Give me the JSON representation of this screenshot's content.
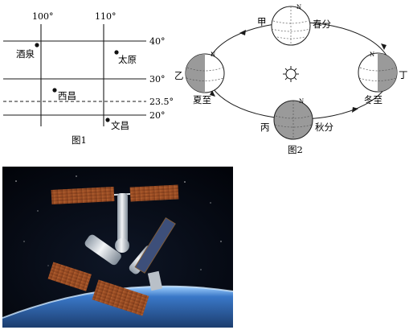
{
  "figure1": {
    "lon_labels": [
      "100°",
      "110°"
    ],
    "lat_labels": [
      "40°",
      "30°",
      "23.5°",
      "20°"
    ],
    "cities": [
      "酒泉",
      "太原",
      "西昌",
      "文昌"
    ],
    "caption": "图1"
  },
  "figure2": {
    "positions": [
      "甲",
      "乙",
      "丙",
      "丁"
    ],
    "terms": [
      "春分",
      "夏至",
      "秋分",
      "冬至"
    ],
    "pole_marker": "N",
    "caption": "图2"
  },
  "figure3": {
    "scene": "space station above earth"
  },
  "colors": {
    "line": "#1a1a1a",
    "shade": "#9a9a9a",
    "space": "#03060d",
    "panel": "#a04f27",
    "earth": "#3a78c8"
  }
}
